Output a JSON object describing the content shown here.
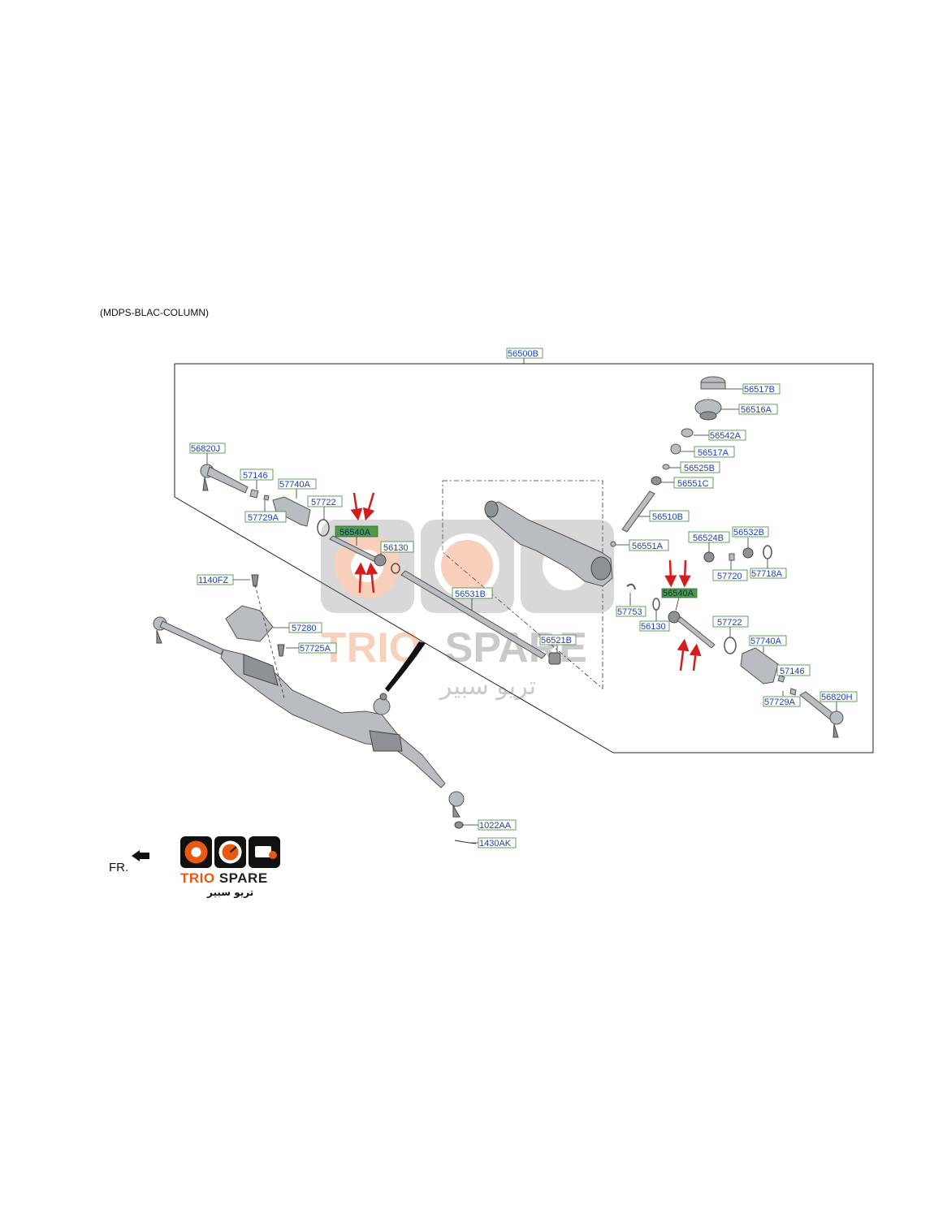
{
  "caption": "(MDPS-BLAC-COLUMN)",
  "front_marker": "FR.",
  "watermark": {
    "brand_first": "TRIO",
    "brand_second": "SPARE",
    "arabic": "تريو سبير",
    "brand_color": "#e85a12"
  },
  "logo": {
    "brand_first": "TRIO",
    "brand_second": "SPARE",
    "arabic": "تريو سبير"
  },
  "colors": {
    "label_text": "#1f3fb8",
    "label_box_border": "#3a8a3a",
    "highlight_fill": "#4f9a4a",
    "arrow": "#d41e1e"
  },
  "labels": {
    "assembly": "56500B",
    "p56517B": "56517B",
    "p56516A": "56516A",
    "p56542A": "56542A",
    "p56517A": "56517A",
    "p56525B": "56525B",
    "p56551C": "56551C",
    "p56510B": "56510B",
    "p56551A": "56551A",
    "p56524B": "56524B",
    "p56532B": "56532B",
    "p57720": "57720",
    "p57718A": "57718A",
    "p57753": "57753",
    "p56540A_right": "56540A",
    "p56130_right": "56130",
    "p57722_right": "57722",
    "p57740A_right": "57740A",
    "p57146_right": "57146",
    "p57729A_right": "57729A",
    "p56820H": "56820H",
    "p56820J": "56820J",
    "p57146_left": "57146",
    "p57740A_left": "57740A",
    "p57722_left": "57722",
    "p57729A_left": "57729A",
    "p56540A_left": "56540A",
    "p56130_left": "56130",
    "p56531B": "56531B",
    "p56521B": "56521B",
    "p1140FZ": "1140FZ",
    "p57280": "57280",
    "p57725A": "57725A",
    "p1022AA": "1022AA",
    "p1430AK": "1430AK"
  }
}
